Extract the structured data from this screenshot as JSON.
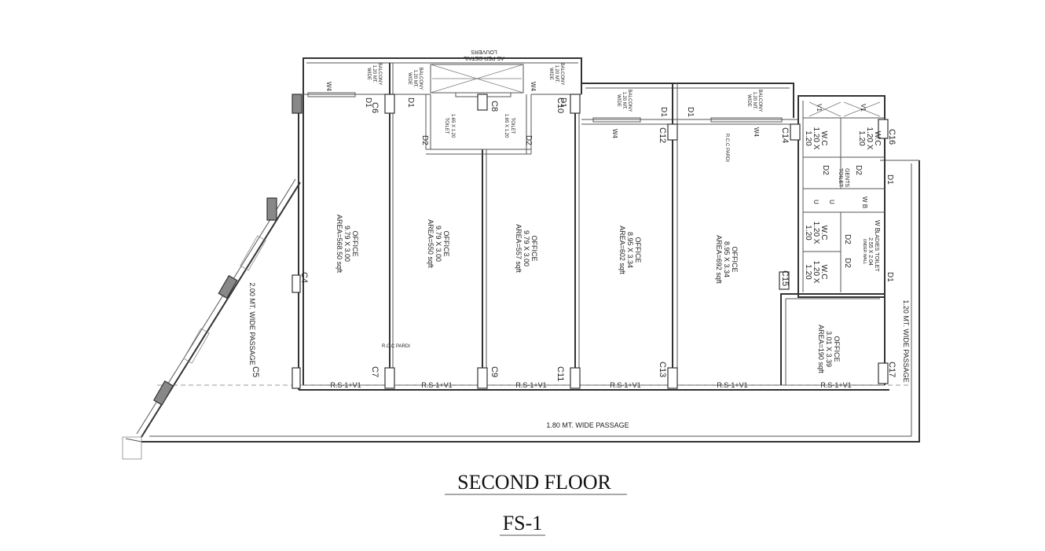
{
  "title": "SECOND FLOOR",
  "subtitle": "FS-1",
  "rooms": [
    {
      "name": "OFFICE",
      "size": "9.79 X 3.00",
      "area": "AREA=568.50 sqft"
    },
    {
      "name": "OFFICE",
      "size": "9.79 X 3.00",
      "area": "AREA=550 sqft"
    },
    {
      "name": "OFFICE",
      "size": "9.79 X 3.00",
      "area": "AREA=557 sqft"
    },
    {
      "name": "OFFICE",
      "size": "8.95 X 3.34",
      "area": "AREA=602 sqft"
    },
    {
      "name": "OFFICE",
      "size": "8.95 X 3.34",
      "area": "AREA=692 sqft"
    },
    {
      "name": "OFFICE",
      "size": "3.01 X 3.39",
      "area": "AREA=190 sqft"
    }
  ],
  "passages": {
    "front": "1.80 MT. WIDE PASSAGE",
    "side_left": "2.00 MT. WIDE PASSAGE",
    "side_right": "1.20 MT. WIDE PASSAGE"
  },
  "louvers": {
    "line1": "LOUVERS",
    "line2": "AS PER DETAIL"
  },
  "balcony": {
    "line1": "BALCONY",
    "line2": "1.20 MT.",
    "line3": "WIDE"
  },
  "toilet_small": {
    "line1": "TOILET",
    "line2": "1.65 X 1.20"
  },
  "gents_toilet": {
    "line1": "GENTS",
    "line2": "TOILET"
  },
  "ladies_toilet": {
    "line1": "LADIES TOILET",
    "line2": "2.55 X 2.04",
    "line3": "UNDER WALL"
  },
  "wc": {
    "line1": "W.C",
    "line2": "1.20 X",
    "line3": "1.20"
  },
  "rcc_pardi": "R.C.C PARDI",
  "rs": "R.S-1+V1",
  "labels": {
    "C4": "C4",
    "C5": "C5",
    "C6": "C6",
    "C7": "C7",
    "C8": "C8",
    "C9": "C9",
    "C10": "C10",
    "C11": "C11",
    "C12": "C12",
    "C13": "C13",
    "C14": "C14",
    "C15": "C15",
    "C16": "C16",
    "C17": "C17",
    "D1": "D1",
    "D2": "D2",
    "W4": "W4",
    "V1": "V1",
    "WB": "W B",
    "U": "U"
  }
}
